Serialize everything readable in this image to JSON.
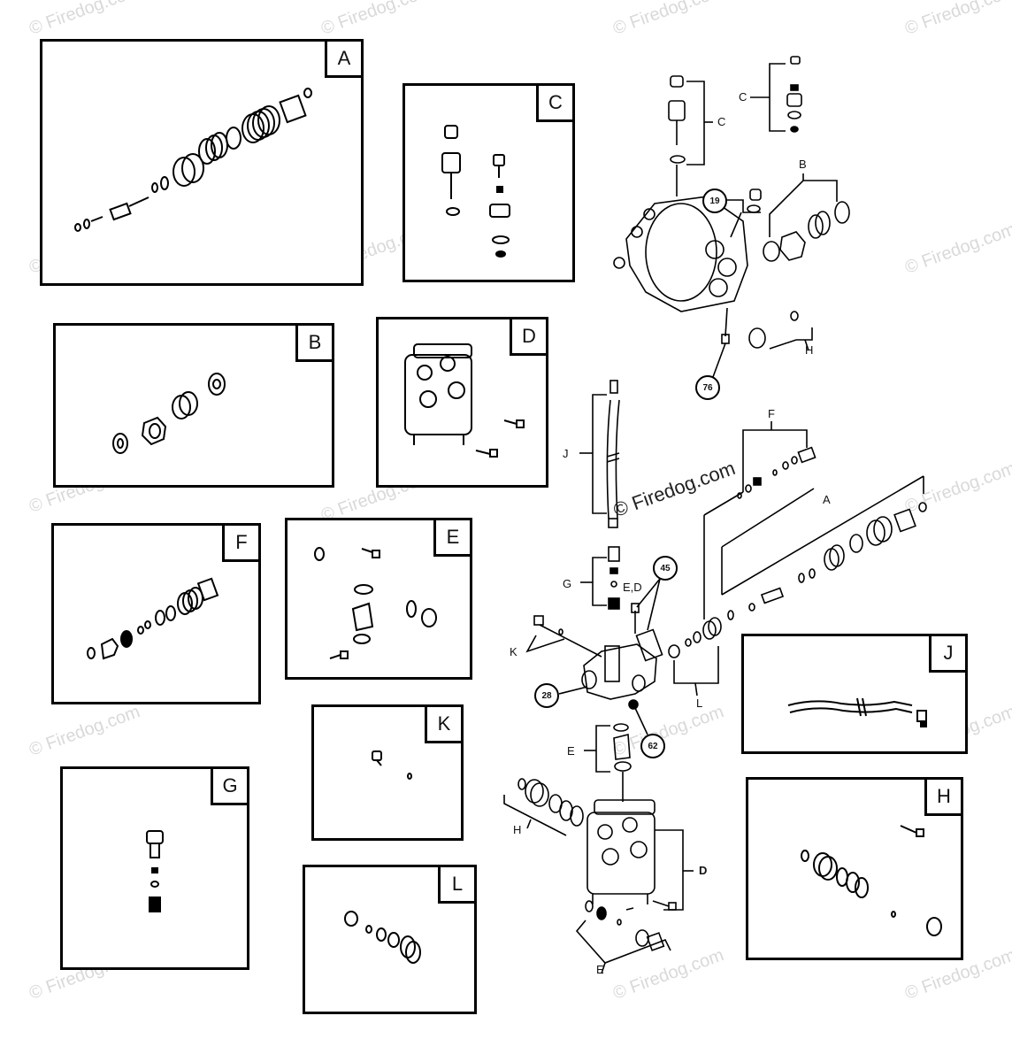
{
  "watermark": "© Firedog.com",
  "kits": [
    {
      "id": "A",
      "label": "A"
    },
    {
      "id": "B",
      "label": "B"
    },
    {
      "id": "C",
      "label": "C"
    },
    {
      "id": "D",
      "label": "D"
    },
    {
      "id": "E",
      "label": "E"
    },
    {
      "id": "F",
      "label": "F"
    },
    {
      "id": "G",
      "label": "G"
    },
    {
      "id": "H",
      "label": "H"
    },
    {
      "id": "J",
      "label": "J"
    },
    {
      "id": "K",
      "label": "K"
    },
    {
      "id": "L",
      "label": "L"
    }
  ],
  "callouts": {
    "c1": "C",
    "c2": "C",
    "b": "B",
    "h1": "H",
    "j": "J",
    "f": "F",
    "a": "A",
    "g": "G",
    "ed": "E,D",
    "k": "K",
    "l": "L",
    "e1": "E",
    "h2": "H",
    "d": "D",
    "e2": "E"
  },
  "bubbles": {
    "b19": "19",
    "b76": "76",
    "b45": "45",
    "b28": "28",
    "b62": "62"
  },
  "main_watermark": "© Firedog.com"
}
